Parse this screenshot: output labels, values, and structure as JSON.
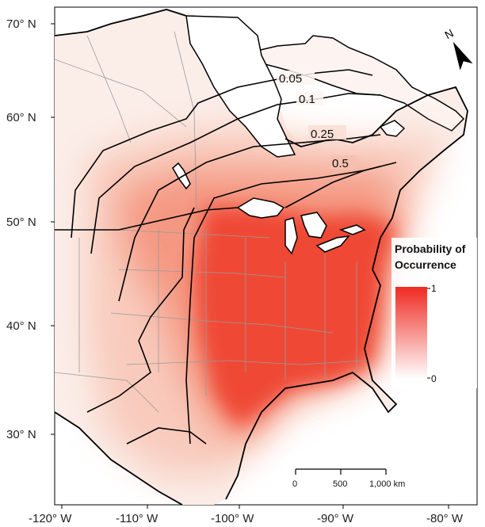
{
  "map": {
    "lat_labels": [
      "70° N",
      "60° N",
      "50° N",
      "40° N",
      "30° N"
    ],
    "lon_labels": [
      "-120° W",
      "-110° W",
      "-100° W",
      "-90° W",
      "-80° W"
    ],
    "contour_labels": [
      "0.05",
      "0.1",
      "0.25",
      "0.5"
    ],
    "north_arrow": "N",
    "legend": {
      "title_line1": "Probability of",
      "title_line2": "Occurrence",
      "max_label": "1",
      "min_label": "0",
      "color_high": "#ef2a22",
      "color_low": "#ffffff"
    },
    "scale_bar": {
      "ticks": [
        "0",
        "500",
        "1,000 km"
      ]
    },
    "colors": {
      "land_low": "#fbeee9",
      "land_mid": "#f6a996",
      "land_high": "#ef3b2c",
      "water": "#ffffff",
      "coast": "#000000",
      "borders": "#9a9a9a"
    }
  }
}
